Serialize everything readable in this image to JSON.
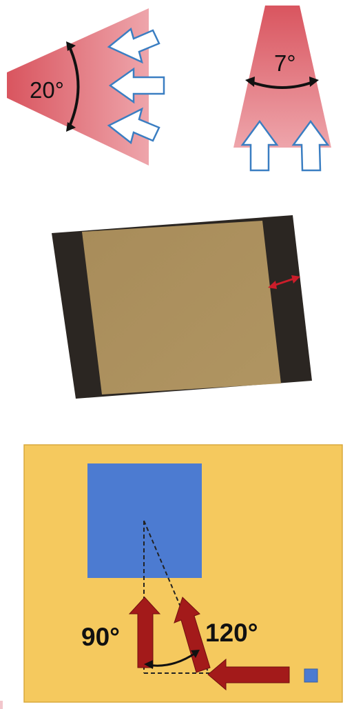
{
  "labels": {
    "fan_angle_left": "20°",
    "fan_angle_right": "7°",
    "angle_left": "90°",
    "angle_right": "120°"
  },
  "colors": {
    "fan_fill": "#d9606a",
    "arrow_outline": "#3a7ec2",
    "panel_dark": "#2b2622",
    "panel_face": "#a78c5b",
    "board_bg": "#f5c95e",
    "square_fill": "#4c7bd1",
    "red_arrow": "#a31a1a",
    "dimension_arrow": "#cc1d2a"
  }
}
